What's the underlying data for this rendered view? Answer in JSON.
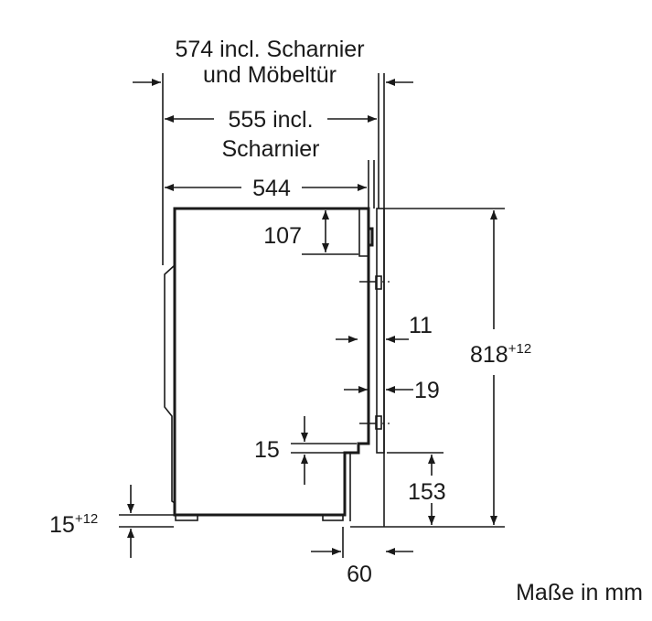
{
  "drawing": {
    "dim_574_line1": "574 incl. Scharnier",
    "dim_574_line2": "und Möbeltür",
    "dim_555_line1": "555 incl.",
    "dim_555_line2": "Scharnier",
    "dim_544": "544",
    "dim_107": "107",
    "dim_11": "11",
    "dim_818": "818",
    "dim_818_tol": "+12",
    "dim_19": "19",
    "dim_15": "15",
    "dim_153": "153",
    "dim_15b": "15",
    "dim_15b_tol": "+12",
    "dim_60": "60",
    "units_note": "Maße in mm"
  }
}
